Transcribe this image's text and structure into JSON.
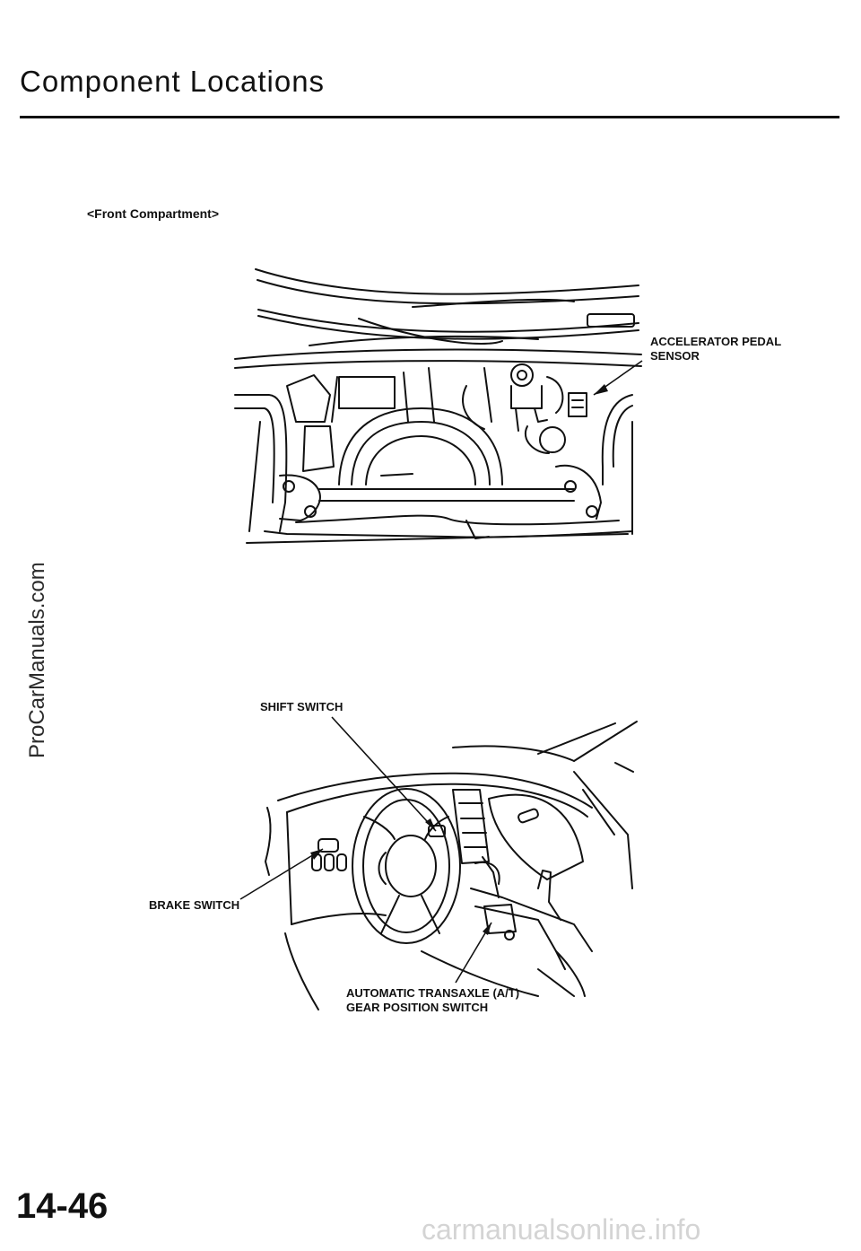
{
  "header": {
    "title": "Component Locations"
  },
  "front_section": {
    "label": "<Front Compartment>",
    "callouts": {
      "accelerator_line1": "ACCELERATOR PEDAL",
      "accelerator_line2": "SENSOR"
    }
  },
  "interior_section": {
    "callouts": {
      "shift_switch": "SHIFT SWITCH",
      "brake_switch": "BRAKE SWITCH",
      "gear_line1": "AUTOMATIC TRANSAXLE (A/T)",
      "gear_line2": "GEAR POSITION SWITCH"
    }
  },
  "footer": {
    "page_number": "14-46",
    "site_credit": "carmanualsonline.info"
  },
  "watermark": {
    "text": "ProCarManuals.com"
  }
}
